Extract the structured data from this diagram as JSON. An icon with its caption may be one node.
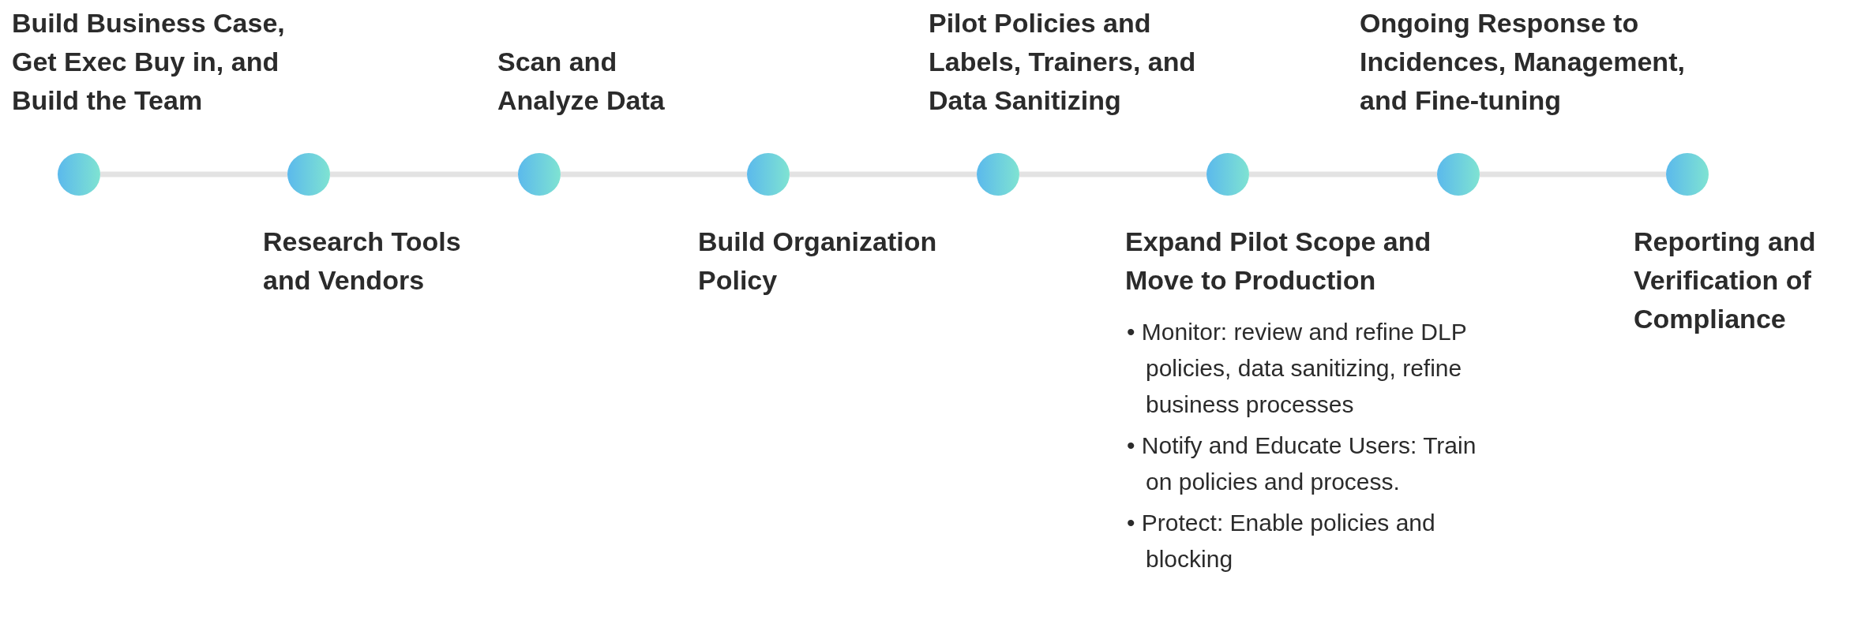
{
  "diagram": {
    "nodes": [
      {
        "text": [],
        "shape": "circle",
        "beside": [
          "Build Business Case, Get Exec Buy in, and Build the Team"
        ]
      },
      {
        "text": [],
        "shape": "circle",
        "beside": [
          "Research Tools and Vendors"
        ]
      },
      {
        "text": [],
        "shape": "circle",
        "beside": [
          "Scan and Analyze Data"
        ]
      },
      {
        "text": [],
        "shape": "circle",
        "beside": [
          "Build Organization Policy"
        ]
      },
      {
        "text": [],
        "shape": "circle",
        "beside": [
          "Pilot Policies and Labels, Trainers, and Data Sanitizing"
        ]
      },
      {
        "text": [],
        "shape": "circle",
        "beside": [
          "Expand Pilot Scope and Move to Production",
          "• Monitor: review and refine DLP policies, data sanitizing, refine business processes",
          "• Notify and Educate Users: Train on policies and process.",
          "• Protect: Enable policies and blocking"
        ]
      },
      {
        "text": [],
        "shape": "circle",
        "beside": [
          "Ongoing Response to Incidences, Management, and Fine-tuning"
        ]
      },
      {
        "text": [],
        "shape": "circle",
        "beside": [
          "Reporting and Verification of Compliance"
        ]
      }
    ],
    "edges": [
      {
        "from": 0,
        "to": 1,
        "arrow": "none"
      },
      {
        "from": 1,
        "to": 2,
        "arrow": "none"
      },
      {
        "from": 2,
        "to": 3,
        "arrow": "none"
      },
      {
        "from": 3,
        "to": 4,
        "arrow": "none"
      },
      {
        "from": 4,
        "to": 5,
        "arrow": "none"
      },
      {
        "from": 5,
        "to": 6,
        "arrow": "none"
      },
      {
        "from": 6,
        "to": 7,
        "arrow": "none"
      }
    ]
  }
}
